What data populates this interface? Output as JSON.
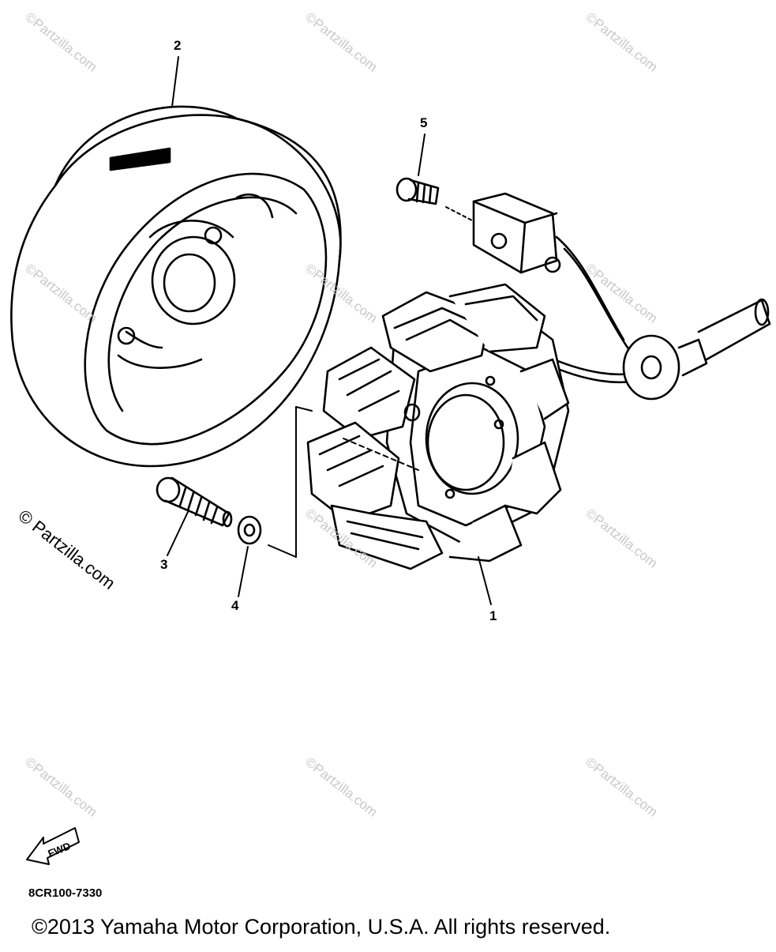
{
  "callouts": [
    {
      "label": "1"
    },
    {
      "label": "2"
    },
    {
      "label": "3"
    },
    {
      "label": "4"
    },
    {
      "label": "5"
    }
  ],
  "watermark_text": "© Partzilla.com",
  "watermark_faint": "©Partzilla.com",
  "fwd_label": "FWD",
  "diagram_code": "8CR100-7330",
  "copyright": "©2013 Yamaha Motor Corporation, U.S.A. All rights reserved."
}
